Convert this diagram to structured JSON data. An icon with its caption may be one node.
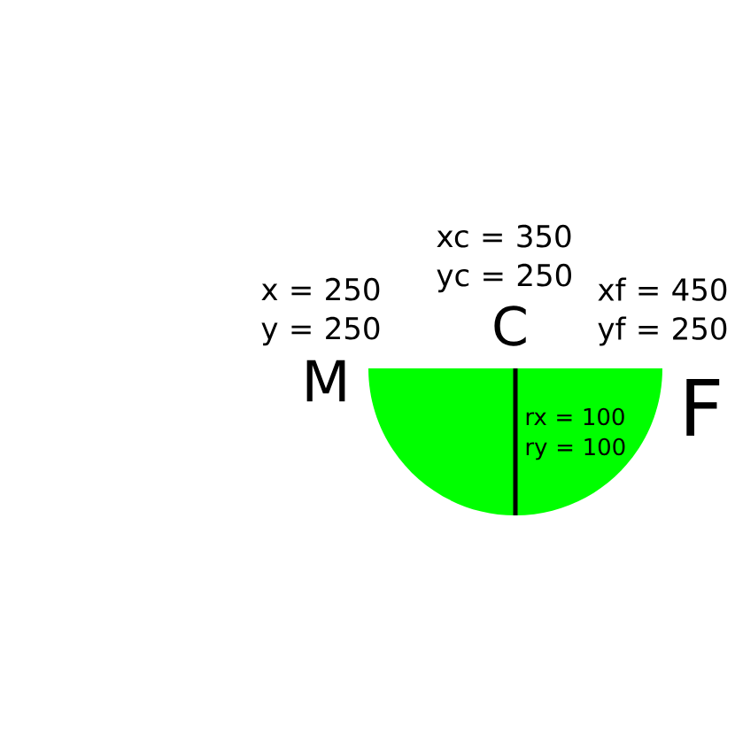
{
  "diagram": {
    "nodes": [
      {
        "text": [
          "rx = 100 ry = 100"
        ]
      }
    ],
    "labels": [
      "xc = 350 yc = 250",
      "x = 250 y = 250",
      "C",
      "xf = 450 yf = 250",
      "M",
      "F"
    ]
  }
}
